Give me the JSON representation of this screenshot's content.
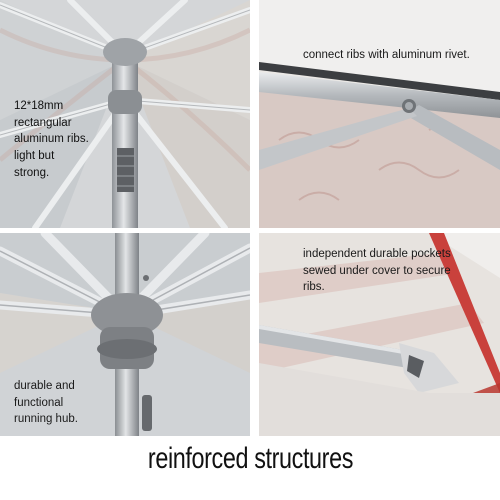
{
  "panels": {
    "top_left": {
      "caption_lines": [
        "12*18mm",
        "rectangular",
        "aluminum ribs.",
        "light but",
        "strong."
      ]
    },
    "top_right": {
      "caption": "connect ribs with aluminum rivet."
    },
    "bottom_left": {
      "caption_lines": [
        "durable and",
        "functional",
        "running hub."
      ]
    },
    "bottom_right": {
      "caption_lines": [
        "independent durable pockets",
        "sewed under cover to secure",
        "ribs."
      ]
    }
  },
  "footer": {
    "title": "reinforced structures"
  },
  "colors": {
    "fabric_stripe_red": "#c9413c",
    "aluminum": "#b8bcc0",
    "hub_gray": "#7d8084"
  }
}
